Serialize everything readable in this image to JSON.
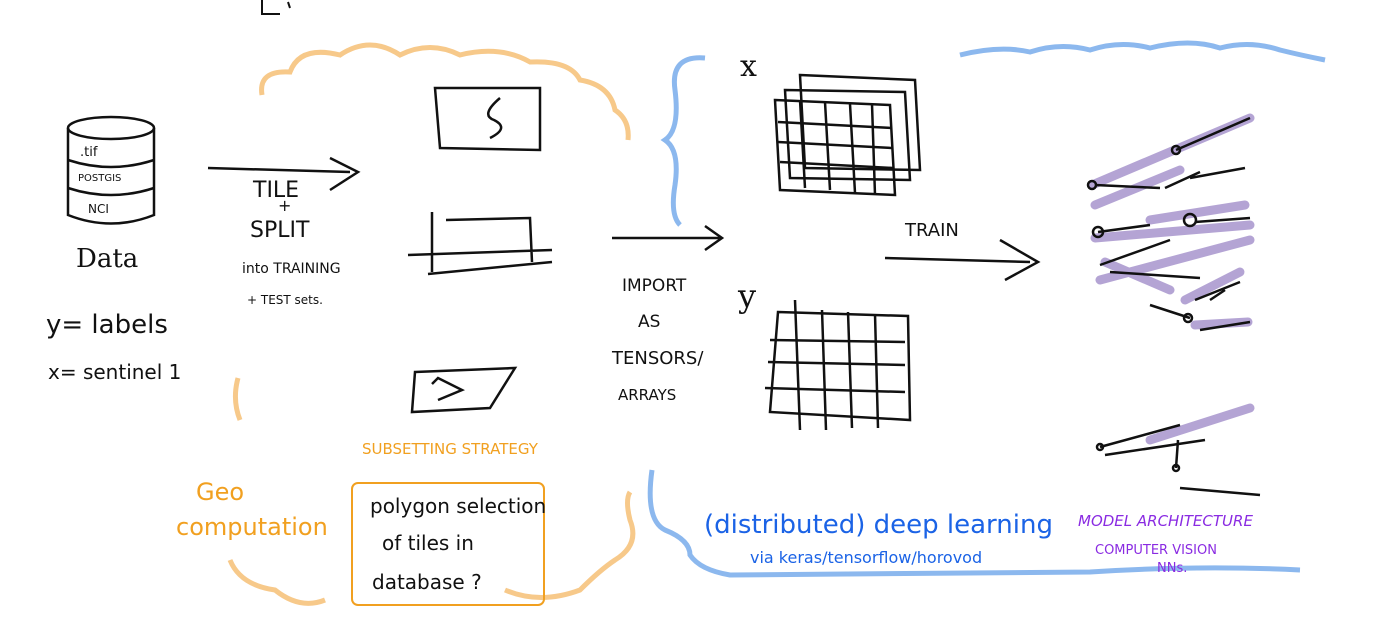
{
  "data_section": {
    "db_labels": [
      ".tif",
      "POSTGIS",
      "NCI"
    ],
    "title": "Data",
    "y_label": "y= labels",
    "x_label": "x= sentinel 1"
  },
  "tile_split": {
    "line1": "TILE",
    "line2": "+",
    "line3": "SPLIT",
    "line4": "into TRAINING",
    "line5": "+ TEST sets."
  },
  "subsetting": {
    "title": "SUBSETTING STRATEGY",
    "note_lines": [
      "polygon selection",
      "of tiles in",
      "database ?"
    ]
  },
  "geo": {
    "line1": "Geo",
    "line2": "computation"
  },
  "import": {
    "lines": [
      "IMPORT",
      "AS",
      "TENSORS/",
      "ARRAYS"
    ]
  },
  "tensors": {
    "x_label": "x",
    "y_label": "y"
  },
  "train": {
    "label": "TRAIN"
  },
  "deep_learning": {
    "title": "(distributed) deep learning",
    "subtitle": "via keras/tensorflow/horovod"
  },
  "model": {
    "title": "MODEL ARCHITECTURE",
    "sub1": "COMPUTER VISION",
    "sub2": "NNs."
  },
  "colors": {
    "ink": "#111111",
    "orange": "#f1a020",
    "peach": "#f7c98a",
    "blue": "#8cb8ee",
    "purple": "#9b86c6",
    "purple_text": "#8a2be2",
    "blue_text": "#1b63e6"
  }
}
